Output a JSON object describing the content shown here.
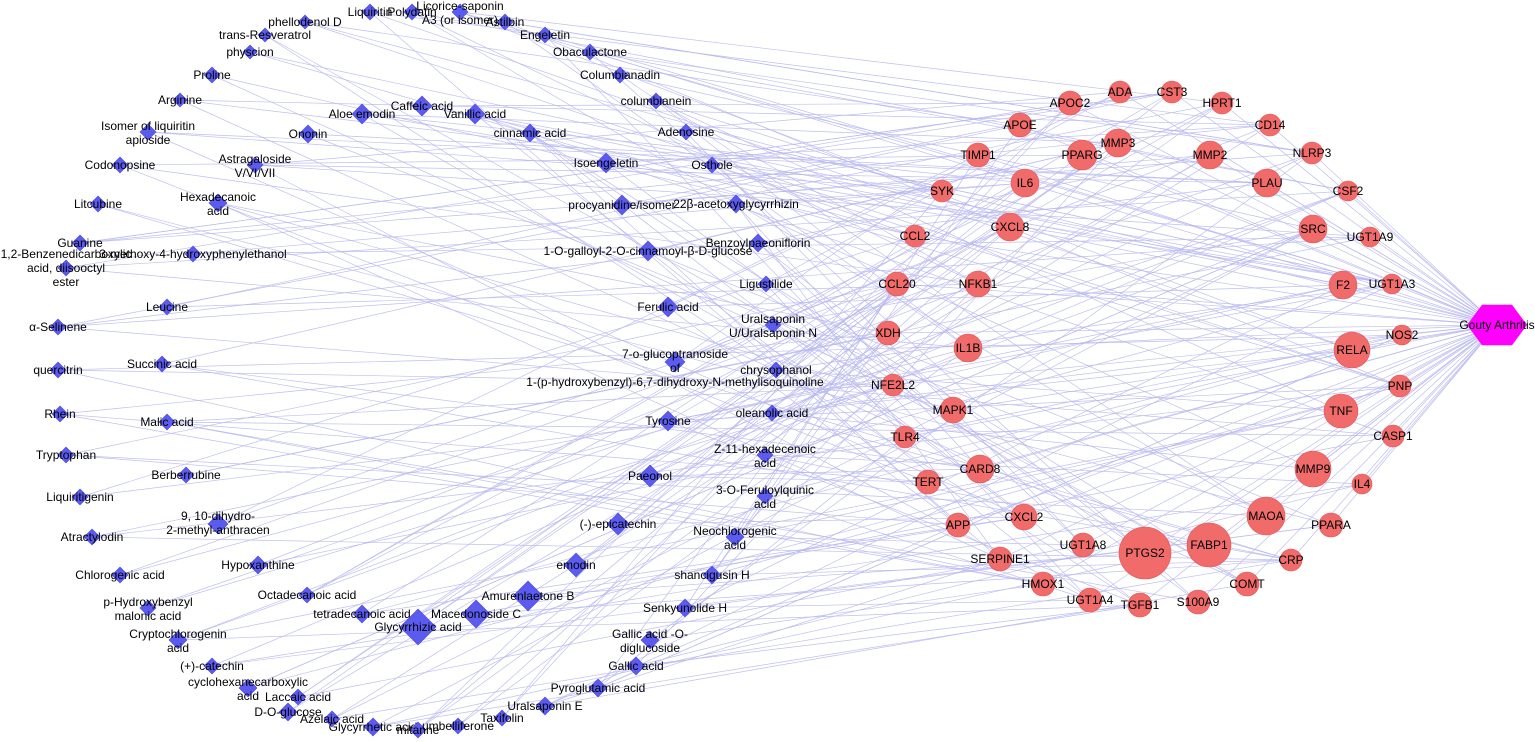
{
  "colors": {
    "compound": "#5b5bf0",
    "target": "#f26b6b",
    "disease": "#ff00ff",
    "edge": "#b8b8f0"
  },
  "disease": {
    "label": "Gouty Arthritis"
  },
  "compounds": [
    "phellodenol D",
    "Liquiritin",
    "Polydatin",
    "Licorice-saponin A3 (or isomer)",
    "Astilbin",
    "trans-Resveratrol",
    "Engeletin",
    "physcion",
    "Obaculactone",
    "Proline",
    "Columbianadin",
    "Arginine",
    "columbianein",
    "Aloe emodin",
    "Caffeic acid",
    "Vanillic acid",
    "Adenosine",
    "Isomer of liquiritin apioside",
    "Ononin",
    "cinnamic acid",
    "Osthole",
    "Codonopsine",
    "Astragaloside V/VI/VII",
    "Isoengeletin",
    "Hexadecanoic acid",
    "Litcubine",
    "procyanidine/isomer",
    "22β-acetoxyglycyrrhizin",
    "Guanine",
    "Benzoylpaeoniflorin",
    "1,2-Benzenedicarboxylic acid, diisooctyl ester",
    "3-methoxy-4-hydroxyphenylethanol",
    "1-O-galloyl-2-O-cinnamoyl-β-D-glucose",
    "Ligustilide",
    "Leucine",
    "Ferulic acid",
    "Uralsaponin U/Uralsaponin N",
    "α-Selinene",
    "7-o-glucoptranoside of",
    "chrysophanol",
    "1-(p-hydroxybenzyl)-6,7-dihydroxy-N-methylisoquinoline",
    "quercitrin",
    "Succinic acid",
    "Rhein",
    "oleanolic acid",
    "Malic acid",
    "Tyrosine",
    "Tryptophan",
    "Z-11-hexadecenoic acid",
    "Berberrubine",
    "Paeonol",
    "Liquiritigenin",
    "3-O-Feruloylquinic acid",
    "9, 10-dihydro-2-methyl-anthracen",
    "(-)-epicatechin",
    "Neochlorogenic acid",
    "Atractylodin",
    "Chlorogenic acid",
    "Hypoxanthine",
    "emodin",
    "shancigusin H",
    "Octadecanoic acid",
    "Amurenlaetone B",
    "p-Hydroxybenzyl malonic acid",
    "tetradecanoic acid",
    "Macedonoside C",
    "Senkyunolide H",
    "Glycyrrhizic acid",
    "Cryptochlorogenin acid",
    "Gallic acid -O-diglucoside",
    "(+)-catechin",
    "Gallic acid",
    "cyclohexanecarboxylic acid",
    "Laccaic acid",
    "Pyroglutamic acid",
    "D-O-glucose",
    "Uralsaponin E",
    "Azelaic acid",
    "Taxifolin",
    "Glycyrrhetic acid",
    "mitanne",
    "umbelliferone"
  ],
  "targets": [
    "ADA",
    "CST3",
    "APOC2",
    "HPRT1",
    "CD14",
    "APOE",
    "MMP3",
    "MMP2",
    "NLRP3",
    "TIMP1",
    "PPARG",
    "IL6",
    "SYK",
    "PLAU",
    "CSF2",
    "CXCL8",
    "CCL2",
    "SRC",
    "UGT1A9",
    "CCL20",
    "NFKB1",
    "F2",
    "UGT1A3",
    "XDH",
    "IL1B",
    "RELA",
    "NOS2",
    "NFE2L2",
    "PNP",
    "MAPK1",
    "TNF",
    "TLR4",
    "CASP1",
    "CARD8",
    "TERT",
    "MMP9",
    "IL4",
    "CXCL2",
    "APP",
    "MAOA",
    "PPARA",
    "FABP1",
    "UGT1A8",
    "PTGS2",
    "SERPINE1",
    "CRP",
    "HMOX1",
    "COMT",
    "UGT1A4",
    "TGFB1",
    "S100A9"
  ]
}
